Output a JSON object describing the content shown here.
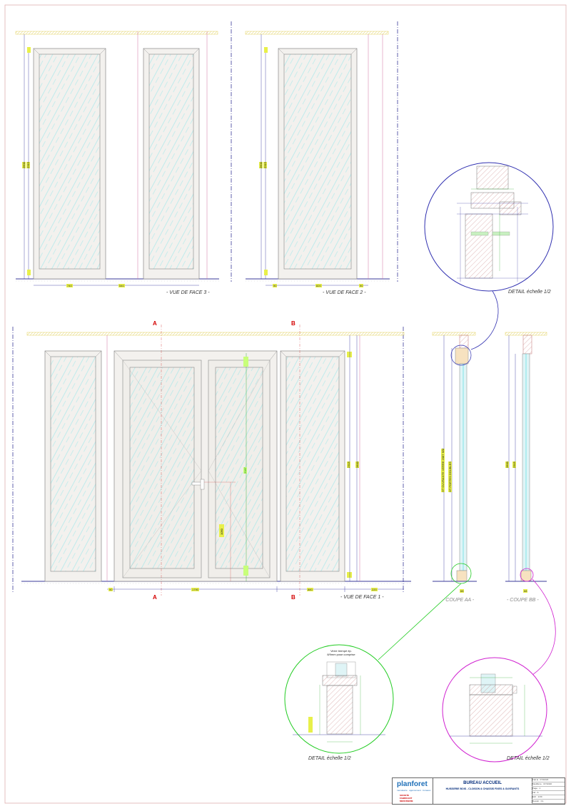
{
  "views": {
    "face3": "- VUE DE FACE 3 -",
    "face2": "- VUE DE FACE 2 -",
    "face1": "- VUE DE FACE 1 -",
    "coupe_aa": "- COUPE AA -",
    "coupe_bb": "- COUPE BB -"
  },
  "section_markers": {
    "a": "A",
    "b": "B"
  },
  "details": {
    "top": "DETAIL échelle 1/2",
    "bottom_left": "DETAIL échelle 1/2",
    "bottom_right": "DETAIL échelle 1/2"
  },
  "dimensions": {
    "face3_h1": "2600",
    "face3_h2": "2315",
    "face3_w1": "740",
    "face3_w2": "540",
    "face2_h1": "2600",
    "face2_h2": "2315",
    "face2_w1": "90",
    "face2_w2": "820",
    "face2_w3": "90",
    "face1_w1": "90",
    "face1_w2": "1790",
    "face1_w3": "880",
    "face1_w4": "220",
    "face1_h1": "2315",
    "face1_h2": "2600",
    "face1_h3": "2087",
    "face1_h4": "1050",
    "coupe_bb_h1": "2600",
    "coupe_bb_h2": "2315",
    "coupe_aa_w": "68",
    "coupe_bb_w": "68"
  },
  "coupe_aa_notes": {
    "note1": "HT OUVRANTE VERRE 2087 MM",
    "note2": "HT PORTES DOUBLES"
  },
  "detail_notes": {
    "glass_note": "Verre trempé ép. 8/9mm pose comprise"
  },
  "title_block": {
    "brand": "planforet",
    "tagline": "menuiserie · agencement · bureaux",
    "red_line1": "SOCIETE",
    "red_line2": "FABRICANT",
    "red_line3": "MENUISERIE",
    "title": "BUREAU ACCUEIL",
    "subtitle": "HUISSERIE BOIS - CLOISON & CHASSIS FIXES & OUVRANTS",
    "meta": [
      "Fait le : 07/10/20",
      "Modifié le : 07/10/20",
      "Page : 1",
      "Ind : A",
      "Ech : 1/30"
    ],
    "meta2": [
      "Dessin : CL",
      "Vérifié : CL"
    ]
  },
  "colors": {
    "frame": "#888888",
    "glass": "#40d8e0",
    "dim_blue": "#2a2a9a",
    "pink": "#d070a0",
    "green": "#22cc22",
    "magenta": "#d020d0",
    "section_red": "#d40000",
    "ceiling": "#e8d870"
  }
}
